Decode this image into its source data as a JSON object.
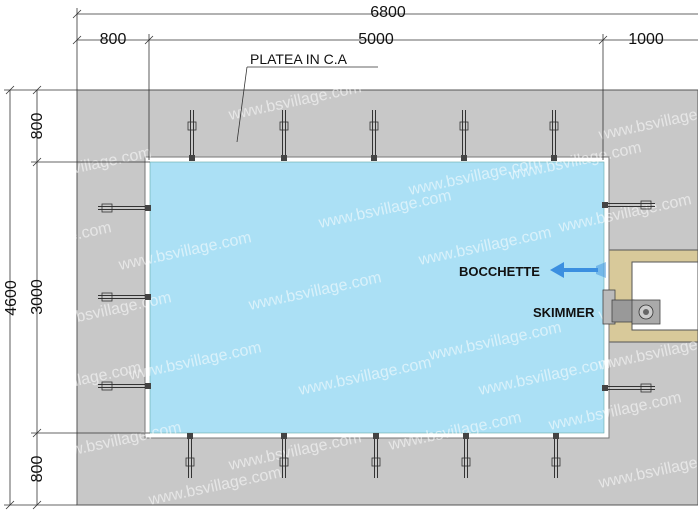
{
  "dimensions": {
    "total_width": "6800",
    "left_margin": "800",
    "pool_width": "5000",
    "right_margin": "1000",
    "total_height": "4600",
    "top_margin": "800",
    "pool_length": "3000",
    "bottom_margin": "800"
  },
  "labels": {
    "slab": "PLATEA IN C.A",
    "nozzles": "BOCCHETTE",
    "skimmer": "SKIMMER"
  },
  "watermark": "www.bsvillage.com",
  "colors": {
    "slab": "#c8c8c8",
    "water": "#abe0f5",
    "coping": "#ffffff",
    "machine_room": "#d8c99a",
    "arrow": "#3b8fe0"
  }
}
